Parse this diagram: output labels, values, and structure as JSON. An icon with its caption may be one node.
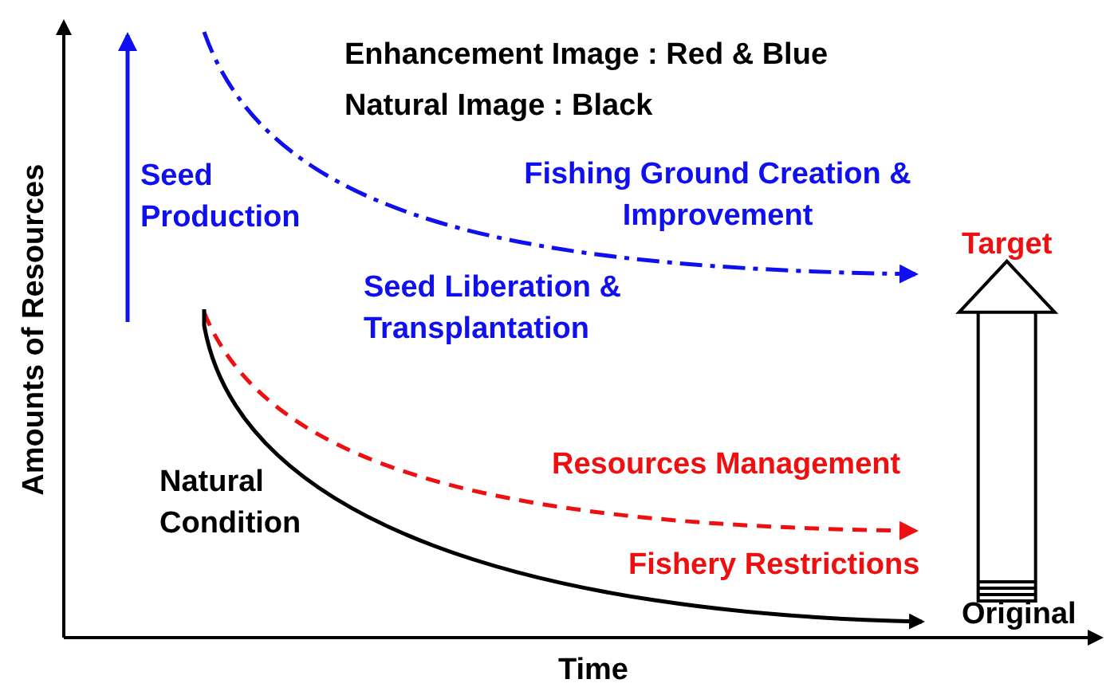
{
  "diagram": {
    "nodes": [
      {
        "text": [
          "Target"
        ]
      },
      {
        "text": [
          "Original"
        ]
      }
    ],
    "edges": [
      {
        "from": 1,
        "to": 0,
        "arrow": "to"
      }
    ],
    "labels": [
      "Enhancement Image : Red & Blue",
      "Natural Image : Black",
      "Seed Production",
      "Fishing Ground Creation & Improvement",
      "Amounts of Resources",
      "Seed Liberation & Transplantation",
      "Natural Condition",
      "Resources Management",
      "Fishery Restrictions",
      "Time"
    ]
  }
}
